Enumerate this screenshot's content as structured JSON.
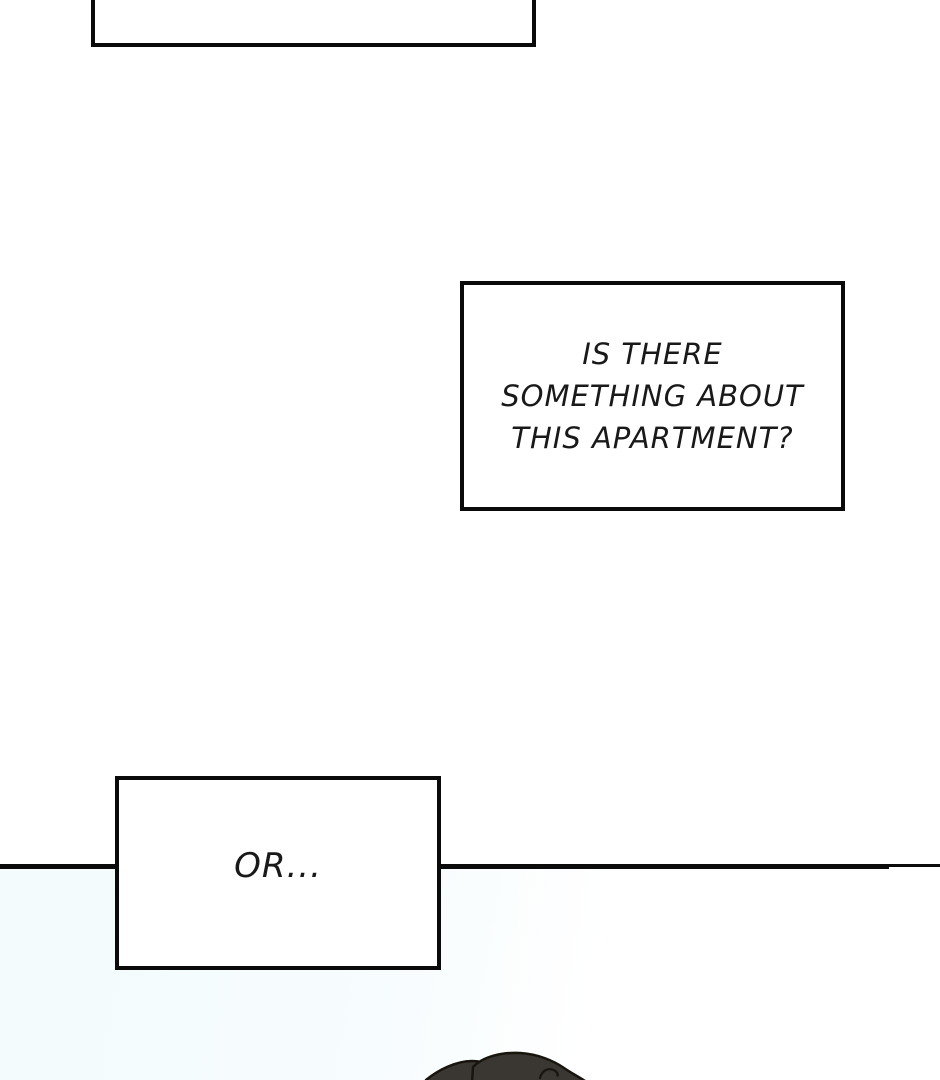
{
  "page": {
    "type": "webtoon-comic-panel",
    "background_upper": "#ffffff",
    "background_lower_tint": "#f3fbfd",
    "divider_color": "#0b0b0b",
    "box_border_color": "#0a0a0a",
    "box_fill": "#ffffff",
    "text_color": "#191919"
  },
  "captions": {
    "top": {
      "text": ""
    },
    "middle": {
      "lines": [
        "IS THERE",
        "SOMETHING ABOUT",
        "THIS APARTMENT?"
      ],
      "full_text": "IS THERE SOMETHING ABOUT THIS APARTMENT?"
    },
    "or": {
      "text": "OR..."
    }
  },
  "character": {
    "description": "top-of-dark-haired-head-entering-frame",
    "hair_fill": "#3a3733",
    "hair_outline": "#18140e"
  }
}
